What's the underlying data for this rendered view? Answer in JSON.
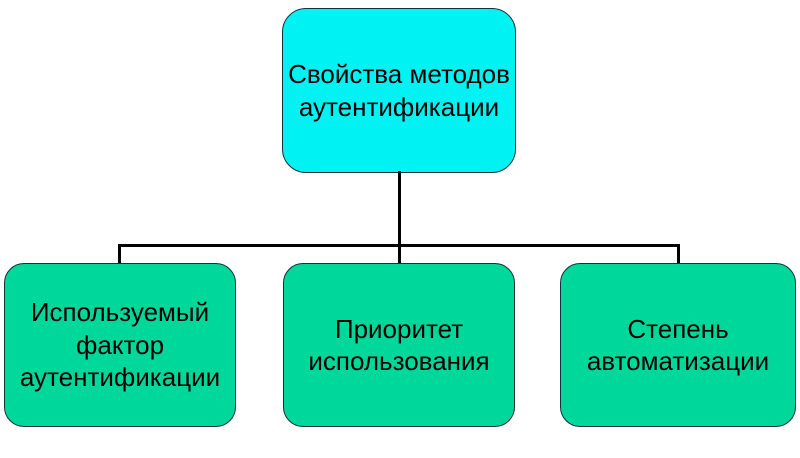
{
  "diagram": {
    "type": "hierarchy-flowchart",
    "root": {
      "label": "Свойства методов\nаутентификации"
    },
    "children": [
      {
        "label": "Используемый\nфактор\nаутентификации"
      },
      {
        "label": "Приоритет\nиспользования"
      },
      {
        "label": "Степень\nавтоматизации"
      }
    ],
    "colors": {
      "root_fill": "#00f2f2",
      "child_fill": "#00d79b",
      "border": "#0d333b",
      "connector": "#000000",
      "background": "#ffffff",
      "text": "#000000"
    }
  }
}
